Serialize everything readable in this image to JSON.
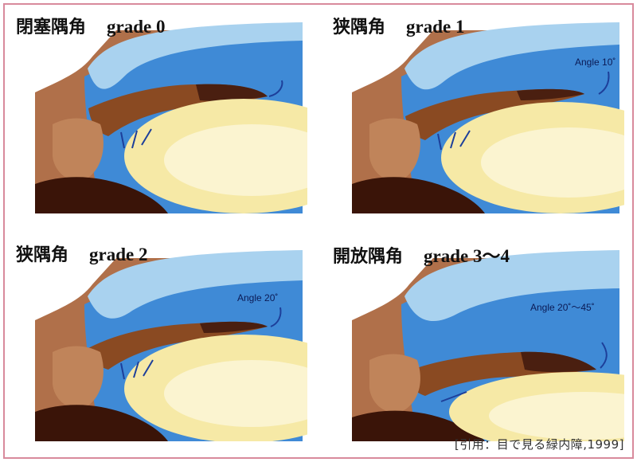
{
  "panels": [
    {
      "title": "閉塞隅角",
      "grade": "grade 0",
      "angle_label": ""
    },
    {
      "title": "狭隅角",
      "grade": "grade 1",
      "angle_label": "Angle 10˚"
    },
    {
      "title": "狭隅角",
      "grade": "grade 2",
      "angle_label": "Angle 20˚"
    },
    {
      "title": "開放隅角",
      "grade": "grade 3～4",
      "angle_label": "Angle 20˚～45˚"
    }
  ],
  "citation": "[引用：目で見る緑内障,1999]",
  "colors": {
    "frame_border": "#d88a9c",
    "cornea_light": "#a9d2ef",
    "cornea_deep": "#3f8ad6",
    "sclera_tan": "#b0704a",
    "iris_brown": "#8a4a22",
    "iris_dark": "#4a1f10",
    "lens_yellow": "#f6e9a6",
    "choroid": "#3a1408",
    "arrow_blue": "#1d3f9a"
  }
}
